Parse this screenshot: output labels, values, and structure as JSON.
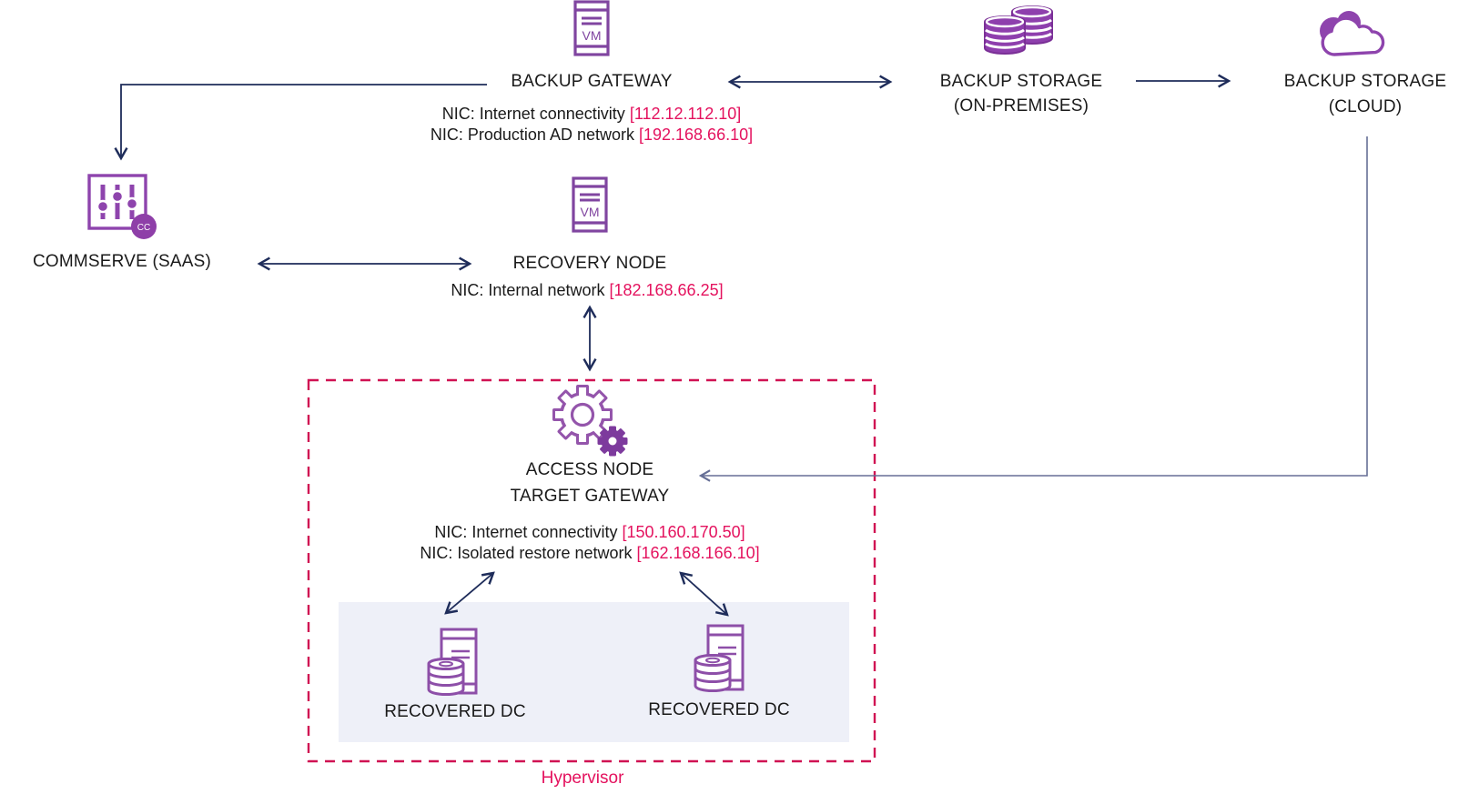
{
  "nodes": {
    "backup_gateway": {
      "label": "BACKUP GATEWAY",
      "icon_text": "VM",
      "nics": [
        {
          "text": "NIC: Internet connectivity ",
          "ip": "[112.12.112.10]"
        },
        {
          "text": "NIC: Production AD network ",
          "ip": "[192.168.66.10]"
        }
      ]
    },
    "backup_storage_onprem": {
      "label_line1": "BACKUP STORAGE",
      "label_line2": "(ON-PREMISES)"
    },
    "backup_storage_cloud": {
      "label_line1": "BACKUP STORAGE",
      "label_line2": "(CLOUD)"
    },
    "commserve": {
      "label": "COMMSERVE (SAAS)",
      "badge": "CC"
    },
    "recovery_node": {
      "label": "RECOVERY NODE",
      "icon_text": "VM",
      "nics": [
        {
          "text": "NIC: Internal network ",
          "ip": "[182.168.66.25]"
        }
      ]
    },
    "access_node": {
      "label_line1": "ACCESS NODE",
      "label_line2": "TARGET GATEWAY",
      "nics": [
        {
          "text": "NIC: Internet connectivity ",
          "ip": "[150.160.170.50]"
        },
        {
          "text": "NIC: Isolated restore network ",
          "ip": "[162.168.166.10]"
        }
      ]
    },
    "recovered_dc_left": {
      "label": "RECOVERED DC"
    },
    "recovered_dc_right": {
      "label": "RECOVERED DC"
    }
  },
  "hypervisor_label": "Hypervisor",
  "colors": {
    "icon_purple": "#8045a0",
    "icon_purple_fill": "#8e3fad",
    "accent_red": "#e4125e",
    "hypervisor_border": "#d01253",
    "arrow_navy": "#1e2c5a",
    "arrow_slate": "#666f96",
    "vm_area_bg": "#eef0f8"
  }
}
